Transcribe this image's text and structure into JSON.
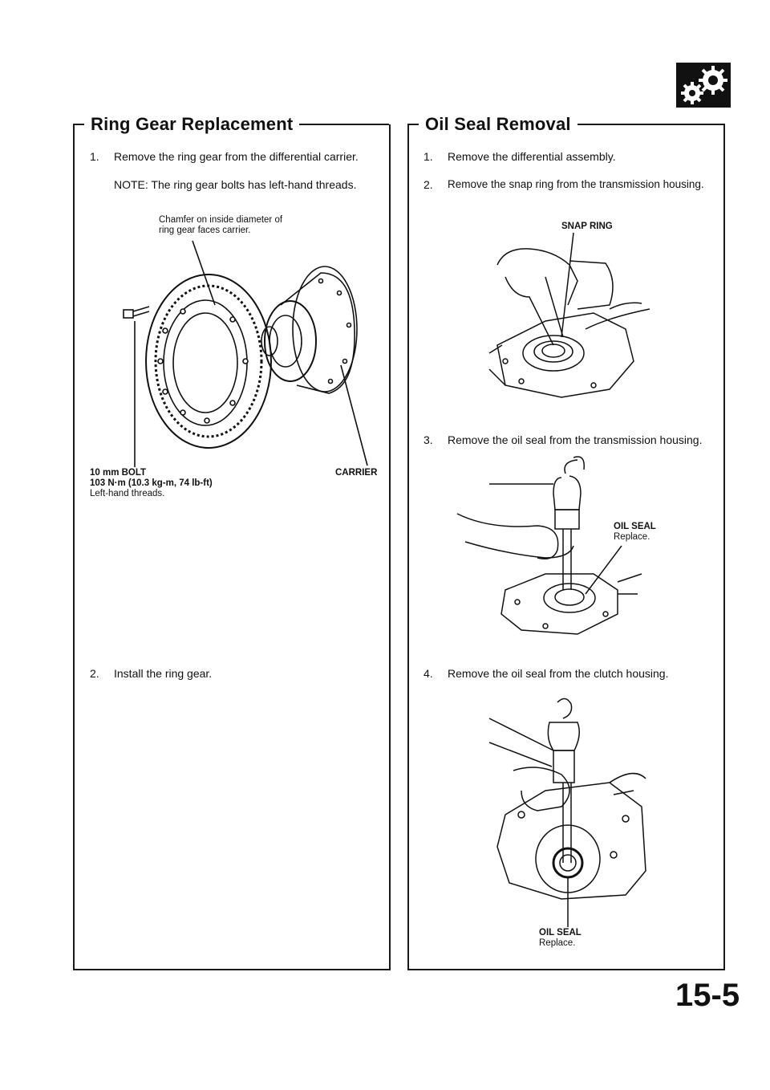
{
  "icon": {
    "name": "transmission-gears-icon"
  },
  "left_section": {
    "title": "Ring Gear Replacement",
    "steps": [
      {
        "num": "1.",
        "text": "Remove the ring gear from the differential carrier."
      },
      {
        "num": "2.",
        "text": "Install the ring gear."
      }
    ],
    "note": "NOTE:  The ring gear bolts has left-hand threads.",
    "figure": {
      "callout_chamfer": [
        "Chamfer on inside diameter of",
        "ring gear faces carrier."
      ],
      "callout_bolt": [
        "10 mm BOLT",
        "103 N·m (10.3 kg-m, 74 lb-ft)",
        "Left-hand threads."
      ],
      "callout_carrier": "CARRIER"
    }
  },
  "right_section": {
    "title": "Oil Seal Removal",
    "steps": [
      {
        "num": "1.",
        "text": "Remove the differential assembly."
      },
      {
        "num": "2.",
        "text": "Remove the snap ring from the transmission housing."
      },
      {
        "num": "3.",
        "text": "Remove the oil seal from the transmission housing."
      },
      {
        "num": "4.",
        "text": "Remove the oil seal from the clutch housing."
      }
    ],
    "figures": {
      "snap_ring_label": "SNAP RING",
      "oil_seal_1": {
        "label": "OIL SEAL",
        "sub": "Replace."
      },
      "oil_seal_2": {
        "label": "OIL SEAL",
        "sub": "Replace."
      }
    }
  },
  "page_number": "15-5"
}
